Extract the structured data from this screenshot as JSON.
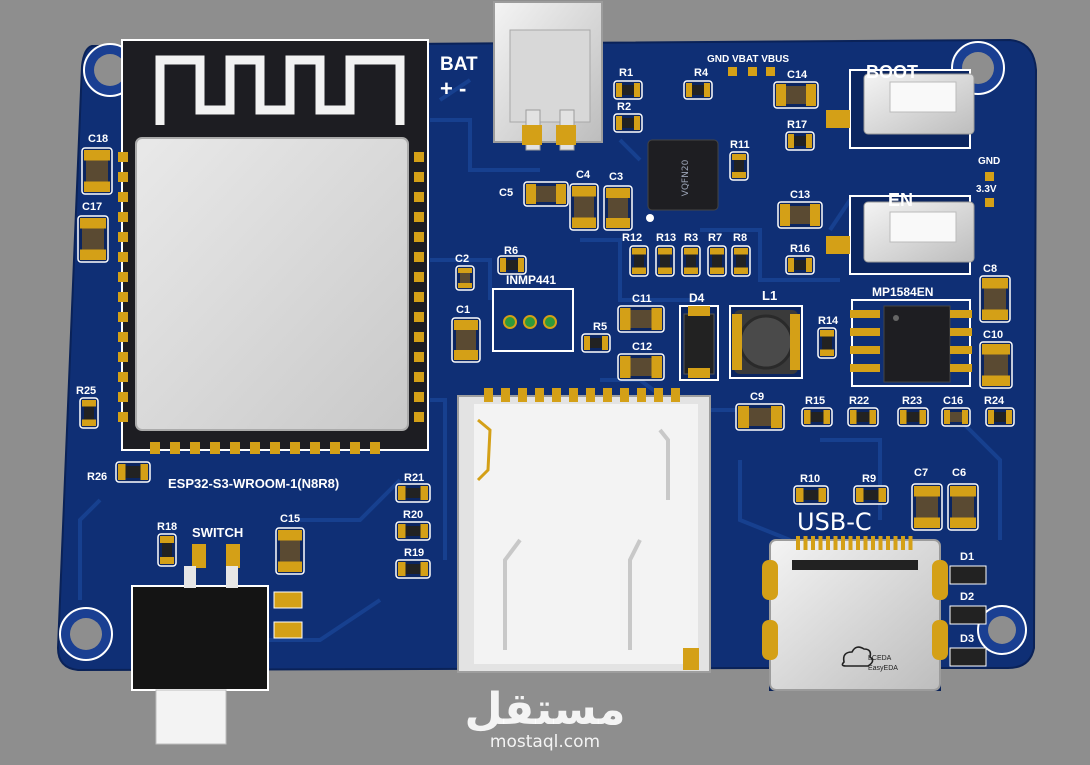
{
  "board": {
    "module_label": "ESP32-S3-WROOM-1(N8R8)",
    "bat_label": "BAT",
    "bat_polarity": "+ -",
    "power_pins": "GND VBAT VBUS",
    "boot_label": "BOOT",
    "en_label": "EN",
    "gnd_label": "GND",
    "v33_label": "3.3V",
    "mic_label": "INMP441",
    "regulator_label": "MP1584EN",
    "usb_label": "USB-C",
    "switch_label": "SWITCH",
    "inductor_label": "L1",
    "diode_d4_label": "D4",
    "qfn_chip_text": "VQFN20",
    "usb_logo_line1": "LCEDA",
    "usb_logo_line2": "EasyEDA"
  },
  "designators": {
    "r1": "R1",
    "r2": "R2",
    "r3": "R3",
    "r4": "R4",
    "r5": "R5",
    "r6": "R6",
    "r7": "R7",
    "r8": "R8",
    "r9": "R9",
    "r10": "R10",
    "r11": "R11",
    "r12": "R12",
    "r13": "R13",
    "r14": "R14",
    "r15": "R15",
    "r16": "R16",
    "r17": "R17",
    "r18": "R18",
    "r19": "R19",
    "r20": "R20",
    "r21": "R21",
    "r22": "R22",
    "r23": "R23",
    "r24": "R24",
    "r25": "R25",
    "r26": "R26",
    "c1": "C1",
    "c2": "C2",
    "c3": "C3",
    "c4": "C4",
    "c5": "C5",
    "c6": "C6",
    "c7": "C7",
    "c8": "C8",
    "c9": "C9",
    "c10": "C10",
    "c11": "C11",
    "c12": "C12",
    "c13": "C13",
    "c14": "C14",
    "c15": "C15",
    "c16": "C16",
    "c17": "C17",
    "c18": "C18",
    "d1": "D1",
    "d2": "D2",
    "d3": "D3"
  },
  "watermark": {
    "arabic": "مستقل",
    "site": "mostaql.com"
  },
  "colors": {
    "board": "#0f2f75",
    "trace": "#17408f",
    "silkscreen": "#ffffff",
    "pad": "#d4a017",
    "background": "#8e8e8e"
  }
}
